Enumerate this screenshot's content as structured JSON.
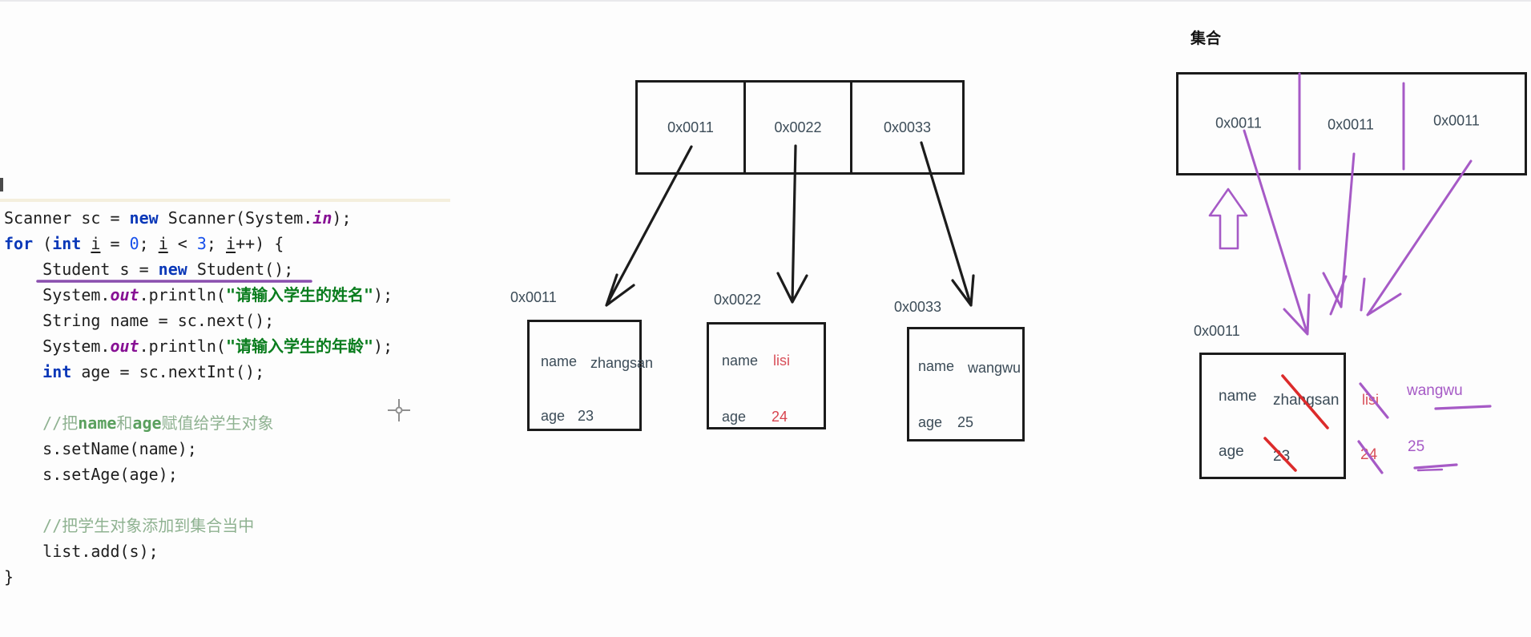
{
  "collection_title": "集合",
  "code": {
    "lines": [
      [
        {
          "t": "Scanner sc = ",
          "s": "p"
        },
        {
          "t": "new",
          "s": "k"
        },
        {
          "t": " Scanner(System.",
          "s": "p"
        },
        {
          "t": "in",
          "s": "f"
        },
        {
          "t": ");",
          "s": "p"
        }
      ],
      [
        {
          "t": "for",
          "s": "k"
        },
        {
          "t": " (",
          "s": "p"
        },
        {
          "t": "int",
          "s": "k"
        },
        {
          "t": " ",
          "s": "p"
        },
        {
          "t": "i",
          "s": "v"
        },
        {
          "t": " = ",
          "s": "p"
        },
        {
          "t": "0",
          "s": "n"
        },
        {
          "t": "; ",
          "s": "p"
        },
        {
          "t": "i",
          "s": "v"
        },
        {
          "t": " < ",
          "s": "p"
        },
        {
          "t": "3",
          "s": "n"
        },
        {
          "t": "; ",
          "s": "p"
        },
        {
          "t": "i",
          "s": "v"
        },
        {
          "t": "++) {",
          "s": "p"
        }
      ],
      [
        {
          "t": "    Student s = ",
          "s": "p"
        },
        {
          "t": "new",
          "s": "k"
        },
        {
          "t": " Student();",
          "s": "p"
        }
      ],
      [
        {
          "t": "    System.",
          "s": "p"
        },
        {
          "t": "out",
          "s": "f"
        },
        {
          "t": ".println(",
          "s": "p"
        },
        {
          "t": "\"请输入学生的姓名\"",
          "s": "s"
        },
        {
          "t": ");",
          "s": "p"
        }
      ],
      [
        {
          "t": "    String name = sc.next();",
          "s": "p"
        }
      ],
      [
        {
          "t": "    System.",
          "s": "p"
        },
        {
          "t": "out",
          "s": "f"
        },
        {
          "t": ".println(",
          "s": "p"
        },
        {
          "t": "\"请输入学生的年龄\"",
          "s": "s"
        },
        {
          "t": ");",
          "s": "p"
        }
      ],
      [
        {
          "t": "    ",
          "s": "p"
        },
        {
          "t": "int",
          "s": "k"
        },
        {
          "t": " age = sc.nextInt();",
          "s": "p"
        }
      ],
      [
        {
          "t": "",
          "s": "p"
        }
      ],
      [
        {
          "t": "    //把",
          "s": "c"
        },
        {
          "t": "name",
          "s": "ce"
        },
        {
          "t": "和",
          "s": "c"
        },
        {
          "t": "age",
          "s": "ce"
        },
        {
          "t": "赋值给学生对象",
          "s": "c"
        }
      ],
      [
        {
          "t": "    s.setName(name);",
          "s": "p"
        }
      ],
      [
        {
          "t": "    s.setAge(age);",
          "s": "p"
        }
      ],
      [
        {
          "t": "",
          "s": "p"
        }
      ],
      [
        {
          "t": "    //把学生对象添加到集合当中",
          "s": "c"
        }
      ],
      [
        {
          "t": "    list.add(s);",
          "s": "p"
        }
      ],
      [
        {
          "t": "}",
          "s": "p"
        }
      ]
    ]
  },
  "middle": {
    "array_cells": [
      "0x0011",
      "0x0022",
      "0x0033"
    ],
    "objects": [
      {
        "address": "0x0011",
        "name_label": "name",
        "name_value": "zhangsan",
        "age_label": "age",
        "age_value": "23"
      },
      {
        "address": "0x0022",
        "name_label": "name",
        "name_value": "lisi",
        "age_label": "age",
        "age_value": "24"
      },
      {
        "address": "0x0033",
        "name_label": "name",
        "name_value": "wangwu",
        "age_label": "age",
        "age_value": "25"
      }
    ]
  },
  "right": {
    "array_cells": [
      "0x0011",
      "0x0011",
      "0x0011"
    ],
    "object": {
      "address": "0x0011",
      "name_label": "name",
      "name_value": "zhangsan",
      "age_label": "age",
      "age_value": "23"
    },
    "annotations": {
      "name_second": "lisi",
      "name_third": "wangwu",
      "age_second": "24",
      "age_third": "25"
    }
  },
  "colors": {
    "annotation_purple": "#a65ac6",
    "annotation_red_stroke": "#dc2b2b",
    "annotation_red_text": "#d8505a",
    "diagram_text": "#3c4c58",
    "code_keyword": "#0a38b8",
    "code_string_green": "#0a7d1e",
    "code_field_purple": "#871094",
    "student_underline_purple": "#8a4fae"
  }
}
